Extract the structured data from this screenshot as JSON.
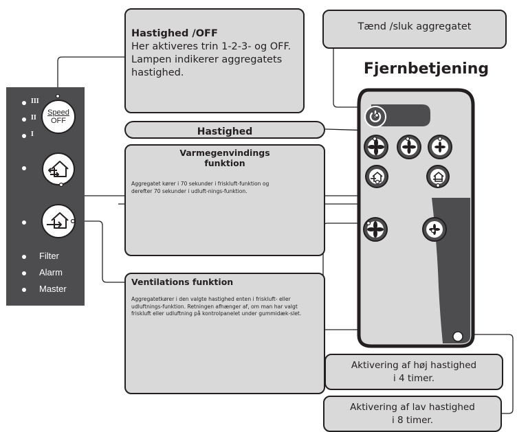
{
  "speed_box": {
    "title": "Hastighed /OFF",
    "body": "Her aktiveres trin 1-2-3- og OFF. Lampen indikerer aggregatets hastighed."
  },
  "power_box": {
    "label": "Tænd /sluk aggregatet"
  },
  "remote_title": "Fjernbetjening",
  "hastighed_bar": {
    "label": "Hastighed"
  },
  "heat_box": {
    "title": "Varmegenvindings funktion",
    "body": "Aggregatet kører i 70 sekunder i friskluft-funktion og derefter 70 sekunder i udluft-nings-funktion."
  },
  "vent_box": {
    "title": "Ventilations funktion",
    "body": "Aggregatetkører i den valgte hastighed enten i friskluft- eller udluftnings-funktion. Retningen afhænger af, om man har valgt friskluft eller udluftning på kontrolpanelet under gummidæk-slet."
  },
  "high_box": {
    "line1": "Aktivering af høj hastighed",
    "line2": "i 4 timer."
  },
  "low_box": {
    "line1": "Aktivering af lav hastighed",
    "line2": "i 8 timer."
  },
  "panel": {
    "roman_3": "III",
    "roman_2": "II",
    "roman_1": "I",
    "speed_top": "Speed",
    "speed_bottom": "OFF",
    "filter": "Filter",
    "alarm": "Alarm",
    "master": "Master"
  },
  "colors": {
    "box_fill": "#d9d9d9",
    "outline": "#231f20",
    "panel_bg": "#4d4d4f",
    "remote_body": "#d9d9d9",
    "remote_dark": "#4d4d4f"
  }
}
